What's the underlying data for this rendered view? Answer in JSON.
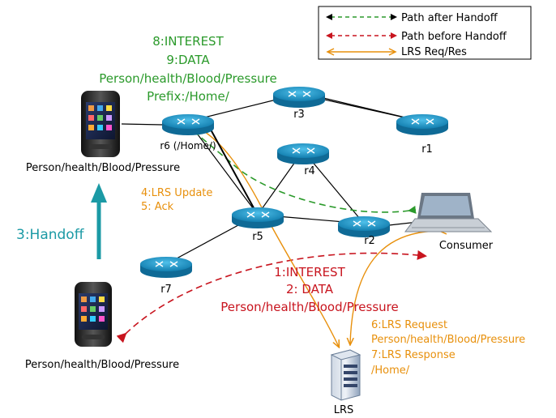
{
  "legend": {
    "after": "Path after Handoff",
    "before": "Path before Handoff",
    "lrs": "LRS Req/Res"
  },
  "routers": {
    "r1": "r1",
    "r2": "r2",
    "r3": "r3",
    "r4": "r4",
    "r5": "r5",
    "r6": "r6 (/Home/)",
    "r7": "r7"
  },
  "devices": {
    "phone_top": "Person/health/Blood/Pressure",
    "phone_bottom": "Person/health/Blood/Pressure",
    "consumer": "Consumer",
    "lrs": "LRS"
  },
  "annotations": {
    "green": [
      "8:INTEREST",
      "9:DATA",
      "Person/health/Blood/Pressure",
      "Prefix:/Home/"
    ],
    "lrs_update": [
      "4:LRS Update",
      "5: Ack"
    ],
    "handoff": "3:Handoff",
    "red": [
      "1:INTEREST",
      "2: DATA",
      "Person/health/Blood/Pressure"
    ],
    "lrs_req": [
      "6:LRS Request",
      "Person/health/Blood/Pressure",
      "7:LRS Response",
      "/Home/"
    ]
  },
  "colors": {
    "green": "#2b9a2b",
    "red": "#c8141e",
    "orange": "#e8900c",
    "teal": "#1b9aa5",
    "router": "#1a8fc0"
  }
}
